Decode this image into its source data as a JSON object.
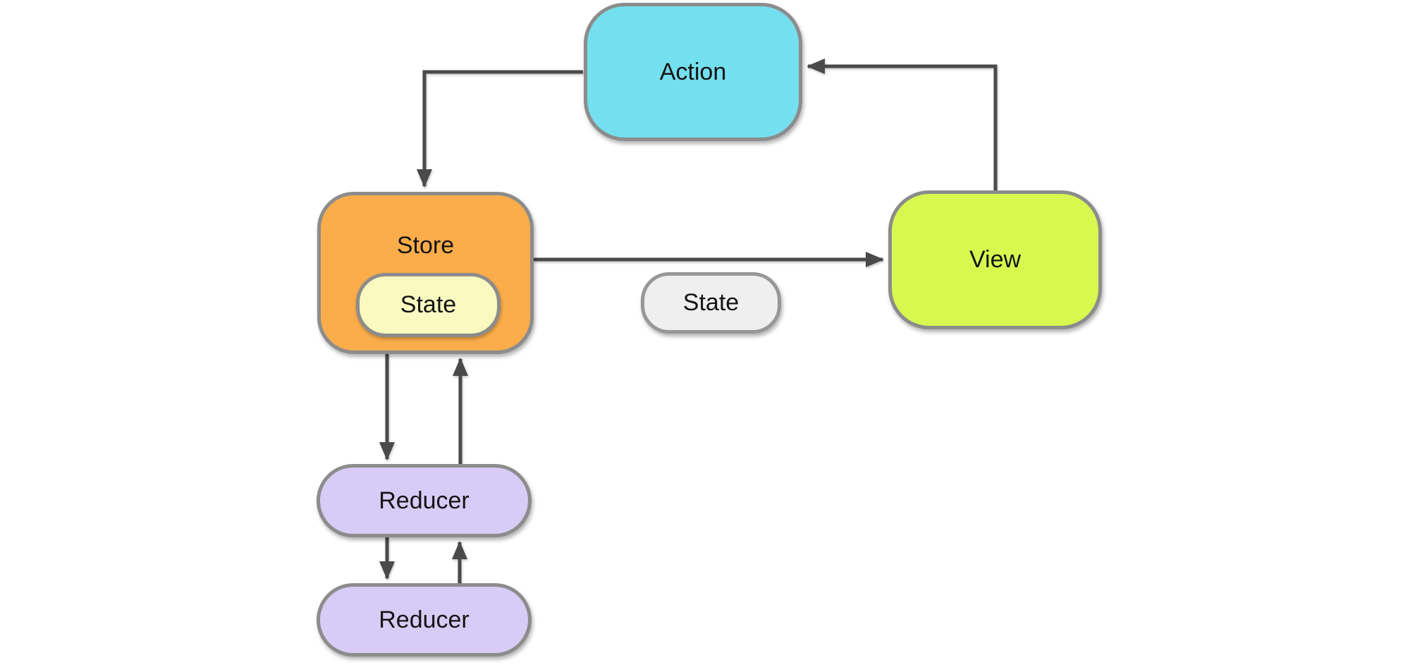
{
  "diagram": {
    "nodes": {
      "action": {
        "label": "Action",
        "fill": "#74dfee"
      },
      "store": {
        "label": "Store",
        "fill": "#fbad4b"
      },
      "store_state": {
        "label": "State",
        "fill": "#fafac0"
      },
      "state": {
        "label": "State",
        "fill": "#efefef"
      },
      "view": {
        "label": "View",
        "fill": "#d8f84f"
      },
      "reducer_1": {
        "label": "Reducer",
        "fill": "#d6ccf5"
      },
      "reducer_2": {
        "label": "Reducer",
        "fill": "#d6ccf5"
      }
    },
    "edges": [
      {
        "from": "view",
        "to": "action"
      },
      {
        "from": "action",
        "to": "store"
      },
      {
        "from": "store",
        "to": "view"
      },
      {
        "from": "store",
        "to": "reducer_1"
      },
      {
        "from": "reducer_1",
        "to": "store"
      },
      {
        "from": "reducer_1",
        "to": "reducer_2"
      },
      {
        "from": "reducer_2",
        "to": "reducer_1"
      }
    ],
    "colors": {
      "background": "#ffffff",
      "node_border": "#8c8c8c",
      "arrow": "#4a4a4a",
      "text": "#141414"
    }
  }
}
